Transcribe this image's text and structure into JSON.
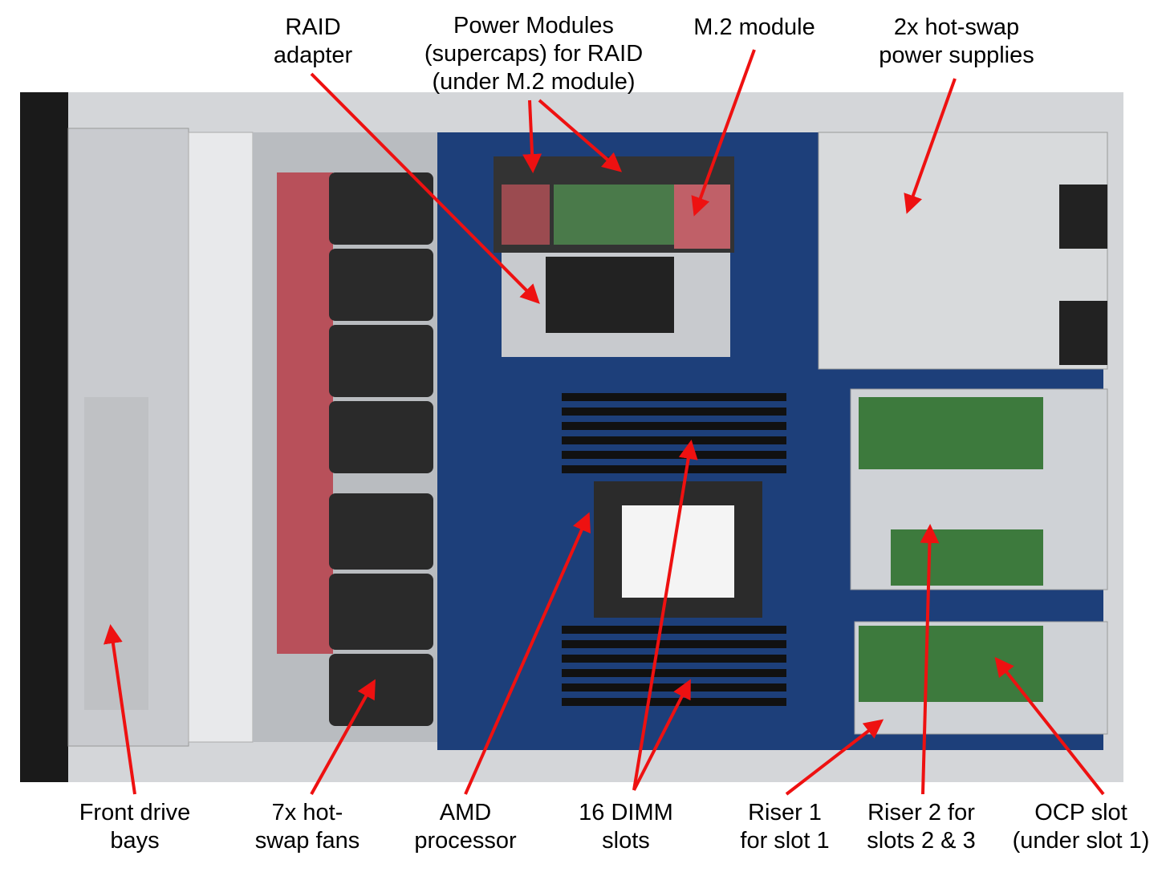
{
  "colors": {
    "arrow": "#ee1111",
    "chassis": "#c9ccd0",
    "board": "#1d3f7a",
    "fan": "#2a2a2a",
    "foam": "#b8505a"
  },
  "labels_top": [
    {
      "id": "raid-adapter",
      "lines": [
        "RAID",
        "adapter"
      ]
    },
    {
      "id": "power-modules",
      "lines": [
        "Power Modules",
        "(supercaps) for RAID",
        "(under M.2 module)"
      ]
    },
    {
      "id": "m2-module",
      "lines": [
        "M.2 module"
      ]
    },
    {
      "id": "power-supplies",
      "lines": [
        "2x hot-swap",
        "power supplies"
      ]
    }
  ],
  "labels_bottom": [
    {
      "id": "front-drive-bays",
      "lines": [
        "Front drive",
        "bays"
      ]
    },
    {
      "id": "fans",
      "lines": [
        "7x hot-",
        "swap fans"
      ]
    },
    {
      "id": "amd-processor",
      "lines": [
        "AMD",
        "processor"
      ]
    },
    {
      "id": "dimm-slots",
      "lines": [
        "16 DIMM",
        "slots"
      ]
    },
    {
      "id": "riser-1",
      "lines": [
        "Riser 1",
        "for slot 1"
      ]
    },
    {
      "id": "riser-2",
      "lines": [
        "Riser 2 for",
        "slots 2 & 3"
      ]
    },
    {
      "id": "ocp-slot",
      "lines": [
        "OCP slot",
        "(under slot 1)"
      ]
    }
  ]
}
